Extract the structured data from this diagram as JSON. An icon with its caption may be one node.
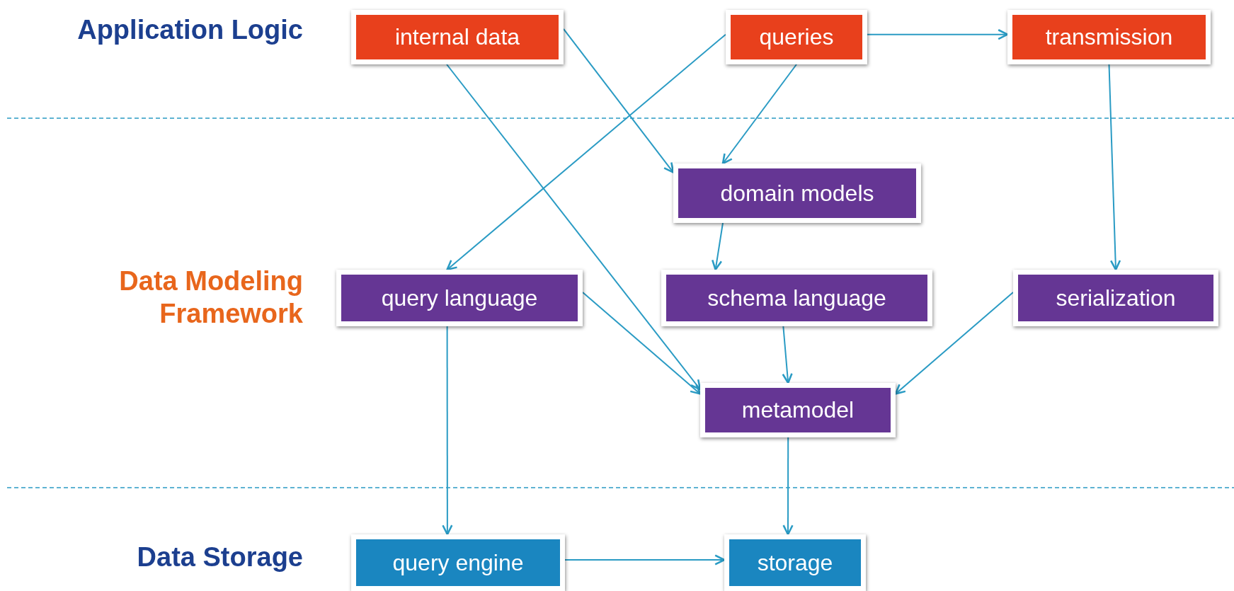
{
  "diagram": {
    "nodes": [
      {
        "text": [
          "internal data"
        ]
      },
      {
        "text": [
          "queries"
        ]
      },
      {
        "text": [
          "transmission"
        ]
      },
      {
        "text": [
          "domain models"
        ]
      },
      {
        "text": [
          "query language"
        ]
      },
      {
        "text": [
          "schema language"
        ]
      },
      {
        "text": [
          "serialization"
        ]
      },
      {
        "text": [
          "metamodel"
        ]
      },
      {
        "text": [
          "query engine"
        ]
      },
      {
        "text": [
          "storage"
        ]
      }
    ],
    "edges": [
      {
        "from": 0,
        "to": 7,
        "arrow": "to"
      },
      {
        "from": 0,
        "to": 3,
        "arrow": "to"
      },
      {
        "from": 1,
        "to": 4,
        "arrow": "to"
      },
      {
        "from": 1,
        "to": 3,
        "arrow": "to"
      },
      {
        "from": 1,
        "to": 2,
        "arrow": "to"
      },
      {
        "from": 2,
        "to": 6,
        "arrow": "to"
      },
      {
        "from": 3,
        "to": 5,
        "arrow": "to"
      },
      {
        "from": 4,
        "to": 7,
        "arrow": "to"
      },
      {
        "from": 5,
        "to": 7,
        "arrow": "to"
      },
      {
        "from": 6,
        "to": 7,
        "arrow": "to"
      },
      {
        "from": 4,
        "to": 8,
        "arrow": "to"
      },
      {
        "from": 7,
        "to": 9,
        "arrow": "to"
      },
      {
        "from": 8,
        "to": 9,
        "arrow": "to"
      }
    ],
    "labels": [
      "Application Logic",
      "Data Modeling Framework",
      "Data Storage"
    ]
  }
}
